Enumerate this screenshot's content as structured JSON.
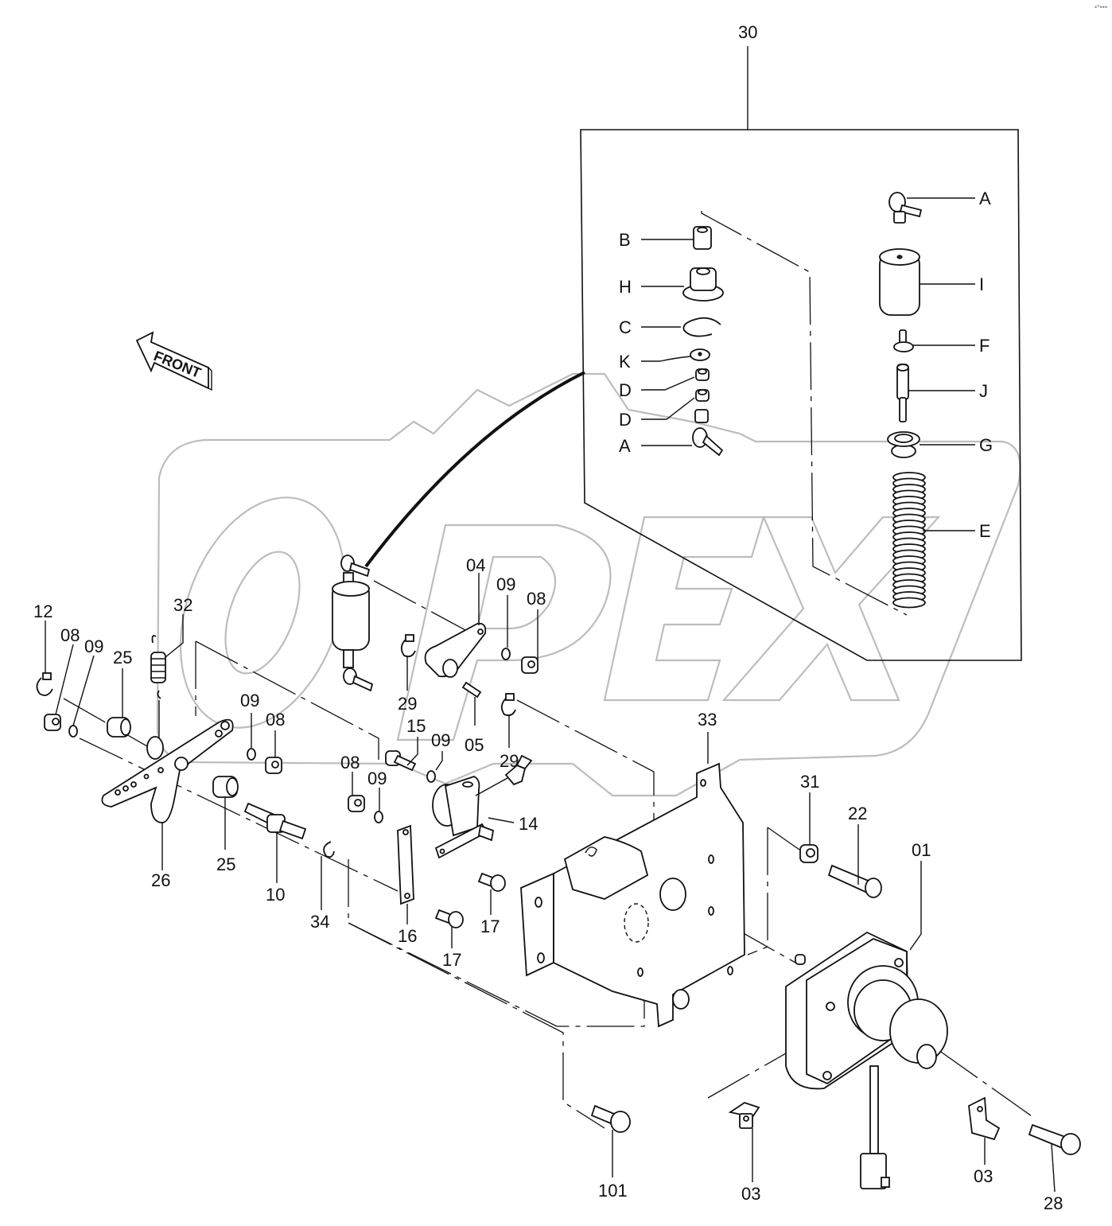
{
  "diagram": {
    "title": "Exploded parts diagram – engine stop solenoid / governor link assembly",
    "watermark": "OPEX",
    "direction_indicator": "FRONT",
    "corner_mark": "•*•••",
    "assembly": {
      "callout": "30",
      "subparts_left": [
        {
          "letter": "B",
          "desc": "bushing"
        },
        {
          "letter": "H",
          "desc": "flanged collar"
        },
        {
          "letter": "C",
          "desc": "snap ring"
        },
        {
          "letter": "K",
          "desc": "washer"
        },
        {
          "letter": "D",
          "desc": "nut"
        },
        {
          "letter": "D",
          "desc": "nut"
        },
        {
          "letter": "A",
          "desc": "ball joint"
        }
      ],
      "subparts_right": [
        {
          "letter": "A",
          "desc": "ball joint"
        },
        {
          "letter": "I",
          "desc": "cylinder cover"
        },
        {
          "letter": "F",
          "desc": "screw"
        },
        {
          "letter": "J",
          "desc": "rod"
        },
        {
          "letter": "G",
          "desc": "spring seat"
        },
        {
          "letter": "E",
          "desc": "spring"
        }
      ]
    },
    "callouts": [
      {
        "id": "c30",
        "label": "30"
      },
      {
        "id": "c12",
        "label": "12"
      },
      {
        "id": "c08a",
        "label": "08"
      },
      {
        "id": "c09a",
        "label": "09"
      },
      {
        "id": "c25a",
        "label": "25"
      },
      {
        "id": "c32",
        "label": "32"
      },
      {
        "id": "c09b",
        "label": "09"
      },
      {
        "id": "c08b",
        "label": "08"
      },
      {
        "id": "c26",
        "label": "26"
      },
      {
        "id": "c25b",
        "label": "25"
      },
      {
        "id": "c10",
        "label": "10"
      },
      {
        "id": "c34",
        "label": "34"
      },
      {
        "id": "c04",
        "label": "04"
      },
      {
        "id": "c09c",
        "label": "09"
      },
      {
        "id": "c08c",
        "label": "08"
      },
      {
        "id": "c29a",
        "label": "29"
      },
      {
        "id": "c05",
        "label": "05"
      },
      {
        "id": "c29b",
        "label": "29"
      },
      {
        "id": "c15",
        "label": "15"
      },
      {
        "id": "c09d",
        "label": "09"
      },
      {
        "id": "c08d",
        "label": "08"
      },
      {
        "id": "c09e",
        "label": "09"
      },
      {
        "id": "c14",
        "label": "14"
      },
      {
        "id": "c16",
        "label": "16"
      },
      {
        "id": "c17a",
        "label": "17"
      },
      {
        "id": "c17b",
        "label": "17"
      },
      {
        "id": "c33",
        "label": "33"
      },
      {
        "id": "c31",
        "label": "31"
      },
      {
        "id": "c22",
        "label": "22"
      },
      {
        "id": "c01",
        "label": "01"
      },
      {
        "id": "c101",
        "label": "101"
      },
      {
        "id": "c03a",
        "label": "03"
      },
      {
        "id": "c03b",
        "label": "03"
      },
      {
        "id": "c28",
        "label": "28"
      }
    ]
  }
}
